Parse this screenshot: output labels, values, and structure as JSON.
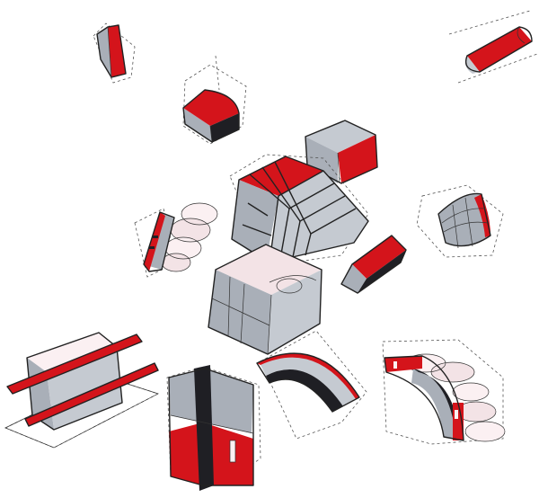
{
  "artwork": {
    "palette": {
      "red": "#d4141b",
      "grey": "#a9afb8",
      "light_grey": "#c5cad1",
      "dark": "#1f1f24",
      "pink": "#f3e3e6",
      "background": "#ffffff"
    },
    "fragments": [
      "red-prism",
      "half-cylinder",
      "quarter-round-block",
      "grey-red-box",
      "grid-frame-cube",
      "wedge-with-clouds",
      "curved-grid",
      "red-bar-block",
      "solid-cube",
      "beam-platform",
      "intersecting-planes",
      "curved-arch",
      "arch-with-clouds"
    ]
  }
}
